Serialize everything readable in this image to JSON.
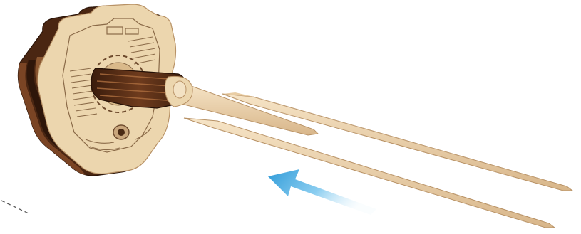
{
  "scene": {
    "colors": {
      "background": "#ffffff",
      "plywood_light": "#ecd6ae",
      "plywood_mid": "#d9b98a",
      "wood_dark": "#5a2f17",
      "wood_darker": "#3a1c0c",
      "engraving": "#8a6a48",
      "stick": "#efd7b4",
      "stick_shade": "#c9a67c",
      "arrow": "#3aa6df",
      "dash": "#555555"
    },
    "parts": [
      "plywood-gear-block",
      "dark-wood-axle",
      "dowel-rod",
      "toothpick-skewer",
      "toothpick-skewer",
      "direction-arrow"
    ],
    "arrow_direction": "left-up"
  }
}
